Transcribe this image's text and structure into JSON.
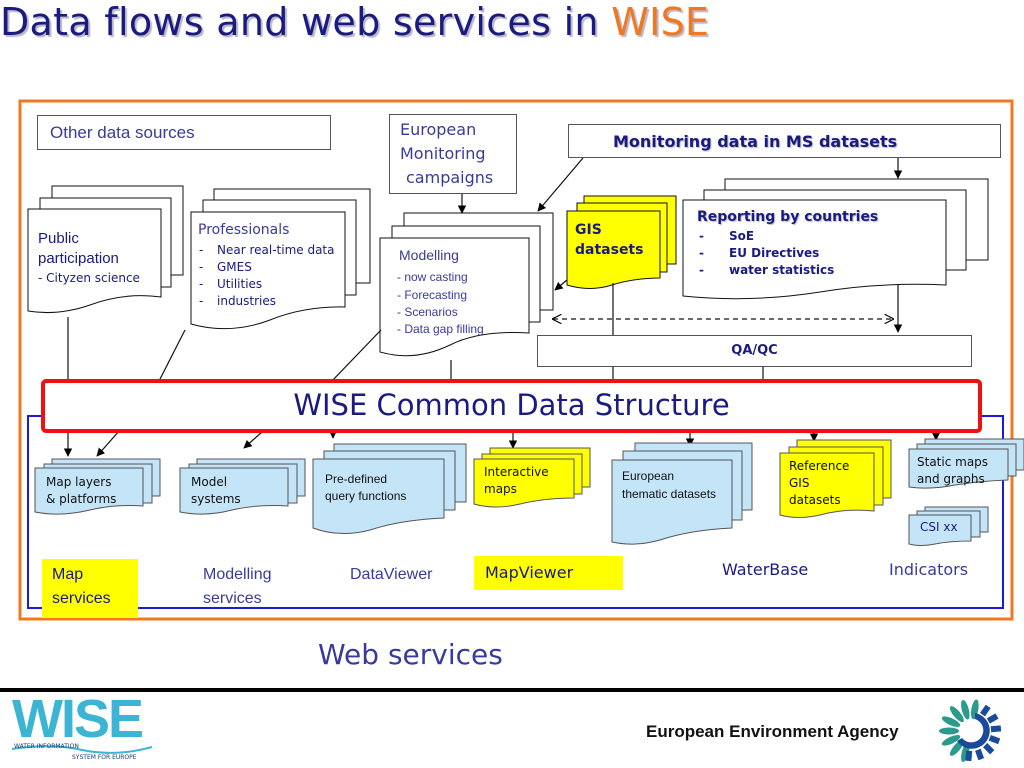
{
  "title": {
    "main": "Data flows and web services in ",
    "accent": "WISE",
    "accent_color": "#f07820",
    "color": "#1a1a80"
  },
  "sources": {
    "other_data_sources": "Other data sources",
    "european_monitoring": [
      "European",
      "Monitoring",
      "campaigns"
    ],
    "monitoring_ms": "Monitoring data in MS datasets",
    "public_participation": {
      "title": [
        "Public",
        "participation"
      ],
      "items": [
        "- Cityzen science"
      ]
    },
    "professionals": {
      "title": "Professionals",
      "items": [
        "Near real-time data",
        "GMES",
        "Utilities",
        "industries"
      ]
    },
    "modelling": {
      "title": "Modelling",
      "items": [
        "- now casting",
        "- Forecasting",
        "- Scenarios",
        "- Data gap filling"
      ]
    },
    "gis_datasets": [
      "GIS",
      "datasets"
    ],
    "reporting": {
      "title": "Reporting by countries",
      "items": [
        "SoE",
        "EU Directives",
        "water statistics"
      ]
    },
    "qaqc": "QA/QC"
  },
  "core": {
    "label": "WISE Common Data Structure",
    "border_color": "#ee1111"
  },
  "outputs": {
    "map_layers": [
      "Map layers",
      "& platforms"
    ],
    "model_systems": [
      "Model",
      "systems"
    ],
    "predefined_queries": [
      "Pre-defined",
      "query functions"
    ],
    "interactive_maps": [
      "Interactive",
      "maps"
    ],
    "european_thematic": [
      "European",
      "thematic datasets"
    ],
    "reference_gis": [
      "Reference",
      "GIS",
      "datasets"
    ],
    "static_maps": [
      "Static maps",
      "and graphs"
    ],
    "csi": "CSI xx"
  },
  "services": {
    "map_services": [
      "Map",
      "services"
    ],
    "modelling_services": [
      "Modelling",
      "services"
    ],
    "dataviewer": "DataViewer",
    "mapviewer": "MapViewer",
    "waterbase": "WaterBase",
    "indicators": "Indicators"
  },
  "web_services_label": "Web services",
  "footer": {
    "wise_logo": {
      "text": "WISE",
      "line1": "WATER INFORMATION",
      "line2": "SYSTEM FOR EUROPE",
      "color": "#3cb4d4"
    },
    "eea_name": "European Environment Agency",
    "eea_logo_icon": "eea-sun-icon"
  },
  "colors": {
    "frame_orange": "#f07820",
    "frame_blue": "#1a1ad8",
    "doc_blue": "#c4e4f8",
    "highlight_yellow": "#ffff00"
  }
}
